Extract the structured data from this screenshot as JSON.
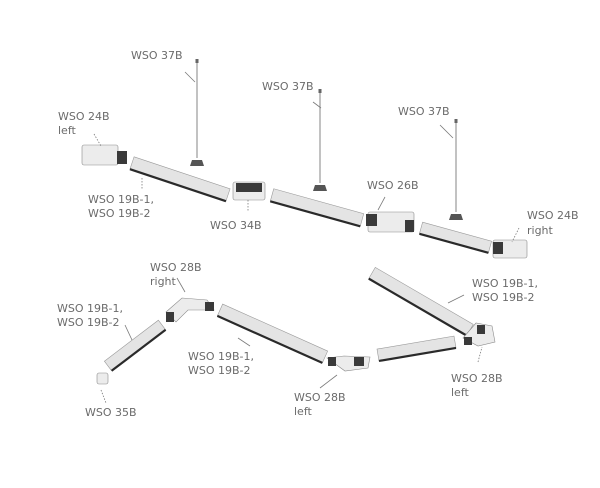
{
  "labels": {
    "rod1": "WSO 37B",
    "rod2": "WSO 37B",
    "rod3": "WSO 37B",
    "endcap_left_1": "WSO 24B",
    "endcap_left_2": "left",
    "rail_top_1": "WSO 19B-1,",
    "rail_top_2": "WSO 19B-2",
    "connector": "WSO 34B",
    "feed": "WSO 26B",
    "endcap_right_1": "WSO 24B",
    "endcap_right_2": "right",
    "corner_right_1": "WSO 28B",
    "corner_right_2": "right",
    "rail_left_1": "WSO 19B-1,",
    "rail_left_2": "WSO 19B-2",
    "endcap_35": "WSO 35B",
    "rail_mid_1": "WSO 19B-1,",
    "rail_mid_2": "WSO 19B-2",
    "corner_left_a_1": "WSO 28B",
    "corner_left_a_2": "left",
    "rail_right_1": "WSO 19B-1,",
    "rail_right_2": "WSO 19B-2",
    "corner_left_b_1": "WSO 28B",
    "corner_left_b_2": "left"
  },
  "colors": {
    "rail": "#e4e4e4",
    "rail_shadow": "#2a2a2a",
    "label": "#6b6b6b"
  }
}
